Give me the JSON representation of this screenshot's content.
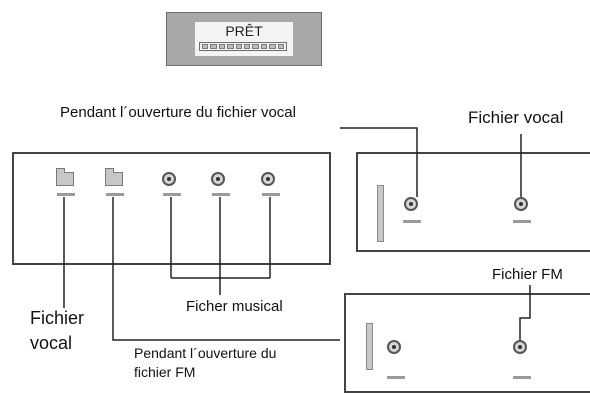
{
  "lcd": {
    "text": "PRÊT"
  },
  "labels": {
    "opening_voice": "Pendant l´ouverture du fichier vocal",
    "voice_file_right": "Fichier vocal",
    "fm_file": "Fichier FM",
    "music_file": "Ficher musical",
    "voice_file_left_line1": "Fichier",
    "voice_file_left_line2": "vocal",
    "opening_fm_line1": "Pendant l´ouverture du",
    "opening_fm_line2": "fichier FM"
  }
}
